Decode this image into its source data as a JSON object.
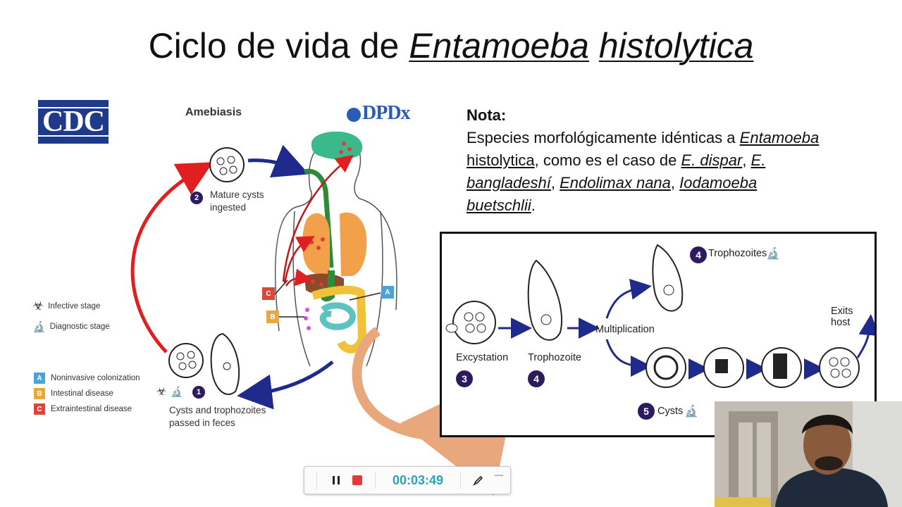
{
  "slide": {
    "title_plain": "Ciclo de vida de ",
    "title_genus": "Entamoeba",
    "title_species": "histolytica"
  },
  "diagram": {
    "cdc_logo": "CDC",
    "dpdx_logo": "DPDx",
    "heading": "Amebiasis",
    "stage2_label": "Mature cysts ingested",
    "stage1_label": "Cysts and trophozoites passed in feces",
    "stage_num_1": "1",
    "stage_num_2": "2",
    "marker_a": "A",
    "marker_b": "B",
    "marker_c": "C",
    "legend": {
      "infective": "Infective stage",
      "diagnostic": "Diagnostic stage",
      "a": "Noninvasive colonization",
      "b": "Intestinal disease",
      "c": "Extraintestinal disease"
    },
    "colors": {
      "a": "#4aa3d9",
      "b": "#e8a93a",
      "c": "#d9473b",
      "arrow_red": "#e02020",
      "arrow_blue": "#1e2b8c"
    }
  },
  "note": {
    "heading": "Nota:",
    "text_1": "Especies morfológicamente idénticas a ",
    "sp_1": "Entamoeba",
    "sp_1b": "histolytica",
    "text_2": ", como es el caso de ",
    "sp_2": "E. dispar",
    "text_3": ", ",
    "sp_3": "E.",
    "sp_3b": "bangladeshí",
    "text_4": ", ",
    "sp_4": "Endolimax nana",
    "text_5": ", ",
    "sp_5": "Iodamoeba",
    "sp_5b": "buetschlii",
    "text_6": "."
  },
  "detail": {
    "excystation": "Excystation",
    "trophozoite": "Trophozoite",
    "multiplication": "Multiplication",
    "trophozoites": "Trophozoites",
    "exits_host": "Exits host",
    "cysts": "Cysts",
    "num_3": "3",
    "num_4a": "4",
    "num_4b": "4",
    "num_5": "5"
  },
  "recorder": {
    "timer": "00:03:49",
    "pause_icon": "pause-icon",
    "stop_icon": "stop-icon",
    "link_icon": "pen-icon",
    "minimize_icon": "minimize-icon"
  }
}
